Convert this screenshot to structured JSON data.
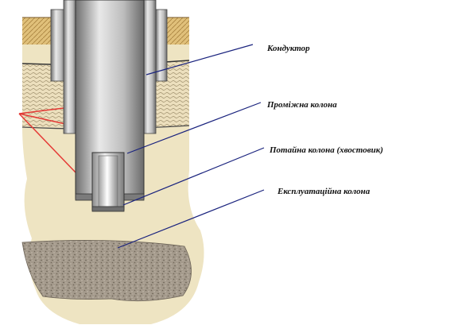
{
  "labels": {
    "conductor": "Кондуктор",
    "intermediate": "Проміжна колона",
    "liner": "Потайна колона (хвостовик)",
    "production": "Експлуатаційна колона"
  },
  "colors": {
    "leader_line": "#1a237e",
    "section_line": "#e53935",
    "soil_top": "#d9a766",
    "sand": "#eee4c2",
    "soil_band": "#e9dcba",
    "reservoir_rock": "#a59b8c",
    "casing_steel": "#8f8f8f",
    "label_text": "#111111"
  }
}
